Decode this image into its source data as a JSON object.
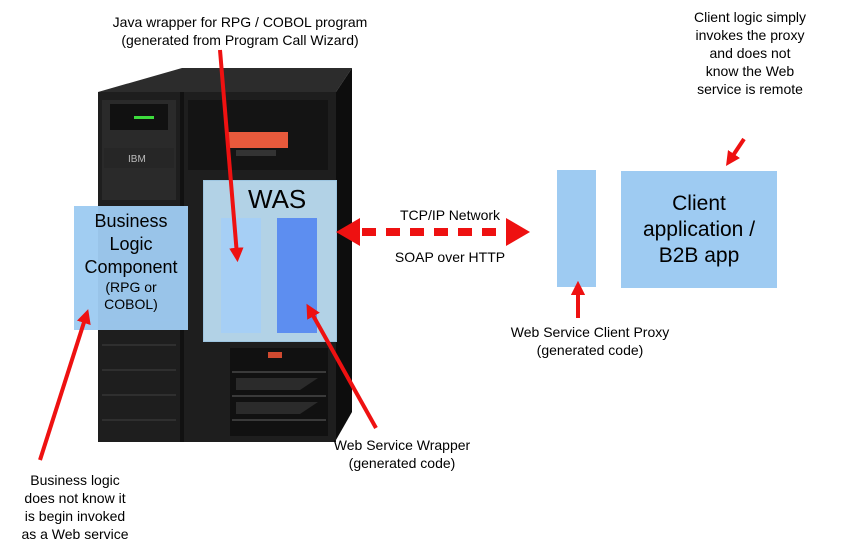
{
  "labels": {
    "java_wrapper": "Java wrapper for RPG / COBOL program\n(generated from Program Call Wizard)",
    "client_logic": "Client logic simply\ninvokes the proxy\nand does not\nknow the Web\nservice is remote",
    "was": "WAS",
    "business_logic_title": "Business\nLogic\nComponent",
    "business_logic_sub": "(RPG or\nCOBOL)",
    "tcp_ip": "TCP/IP Network",
    "soap": "SOAP over HTTP",
    "client_app": "Client\napplication /\nB2B app",
    "ws_client_proxy": "Web Service Client Proxy\n(generated code)",
    "ws_wrapper": "Web Service Wrapper\n(generated code)",
    "business_logic_note": "Business logic\ndoes not know it\nis begin invoked\nas a Web service",
    "server_brand": "IBM"
  },
  "colors": {
    "arrow_red": "#ee1111",
    "box_blue": "#9ecbf2",
    "was_blue": "#bfe2f8",
    "wrapper_dark_blue": "#5d8ef0",
    "server_black": "#1a1a1a"
  }
}
